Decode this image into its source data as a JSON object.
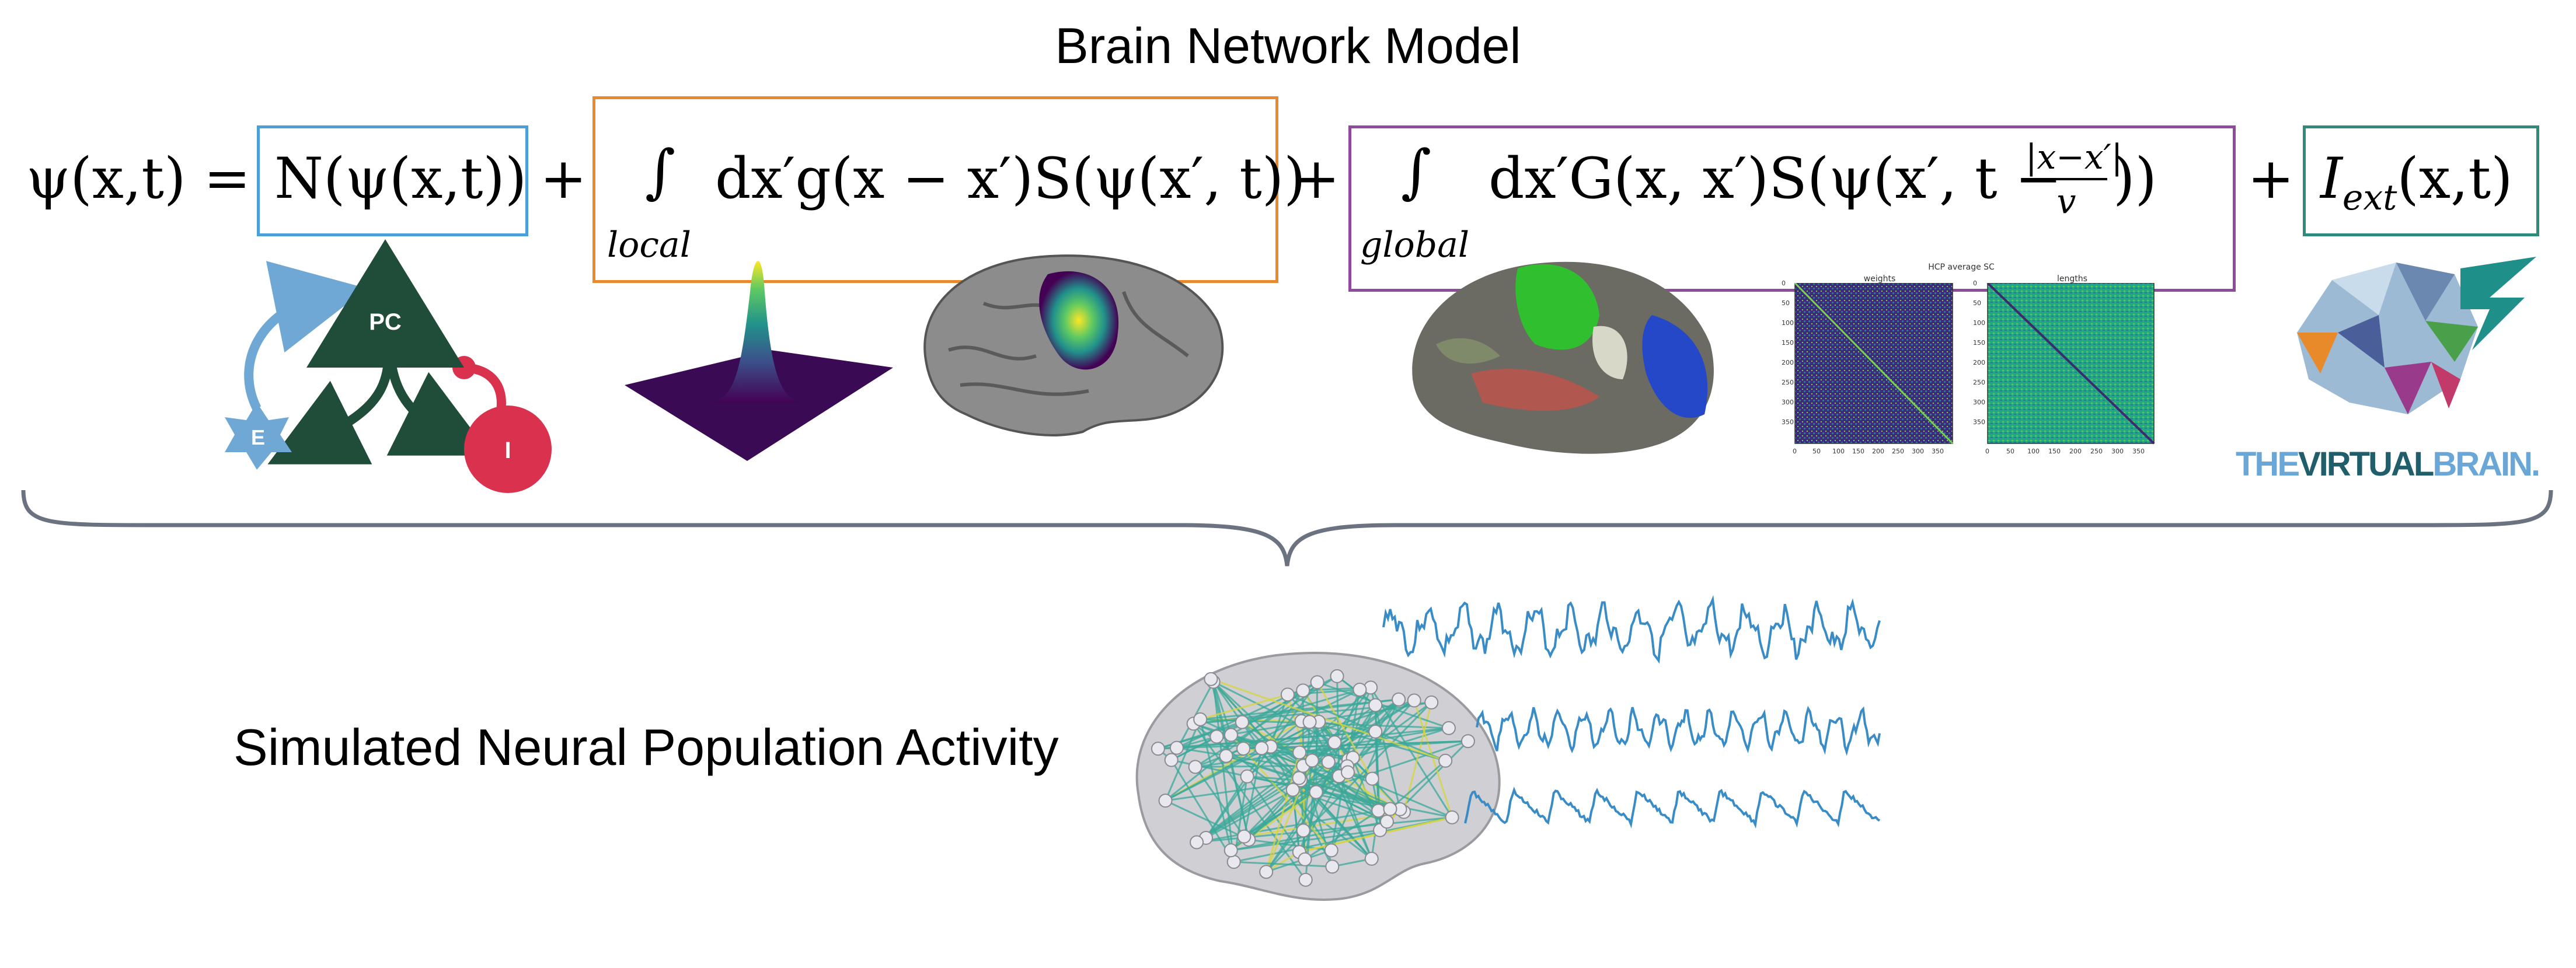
{
  "title": "Brain Network Model",
  "equation": {
    "lhs": "ψ(x,t) =",
    "term1": "N(ψ(x,t))",
    "plus1": "+",
    "term2_integral": "∫",
    "term2_sub": "local",
    "term2_body": "dx′g(x − x′)S(ψ(x′, t))",
    "plus2": "+",
    "term3_integral": "∫",
    "term3_sub": "global",
    "term3_body_a": "dx′G(x, x′)S(ψ(x′, t −",
    "term3_frac_num": "|x−x′|",
    "term3_frac_den": "v",
    "term3_body_b": "))",
    "plus3": "+",
    "term4_main": "I",
    "term4_sub": "ext",
    "term4_rest": "(x,t)"
  },
  "motif": {
    "pc_label": "PC",
    "e_label": "E",
    "i_label": "I"
  },
  "matrix_plots": {
    "suptitle": "HCP average SC",
    "left_title": "weights",
    "right_title": "lengths",
    "y_ticks": [
      "0",
      "50",
      "100",
      "150",
      "200",
      "250",
      "300",
      "350"
    ],
    "x_ticks": [
      "0",
      "50",
      "100",
      "150",
      "200",
      "250",
      "300",
      "350"
    ]
  },
  "logo": {
    "part1": "THE",
    "part2": "VIRTUAL",
    "part3": "BRAIN."
  },
  "caption": "Simulated Neural Population Activity",
  "colors": {
    "box_node": "#4a9fd8",
    "box_local": "#e8892e",
    "box_global": "#8f4a9e",
    "box_ext": "#2e8b7a",
    "pc": "#1f4d3a",
    "e_node": "#6fa8d4",
    "i_node": "#d9314e",
    "trace": "#3a8cc6",
    "logo_light": "#6aa6d6",
    "logo_dark": "#1f5e6a"
  }
}
